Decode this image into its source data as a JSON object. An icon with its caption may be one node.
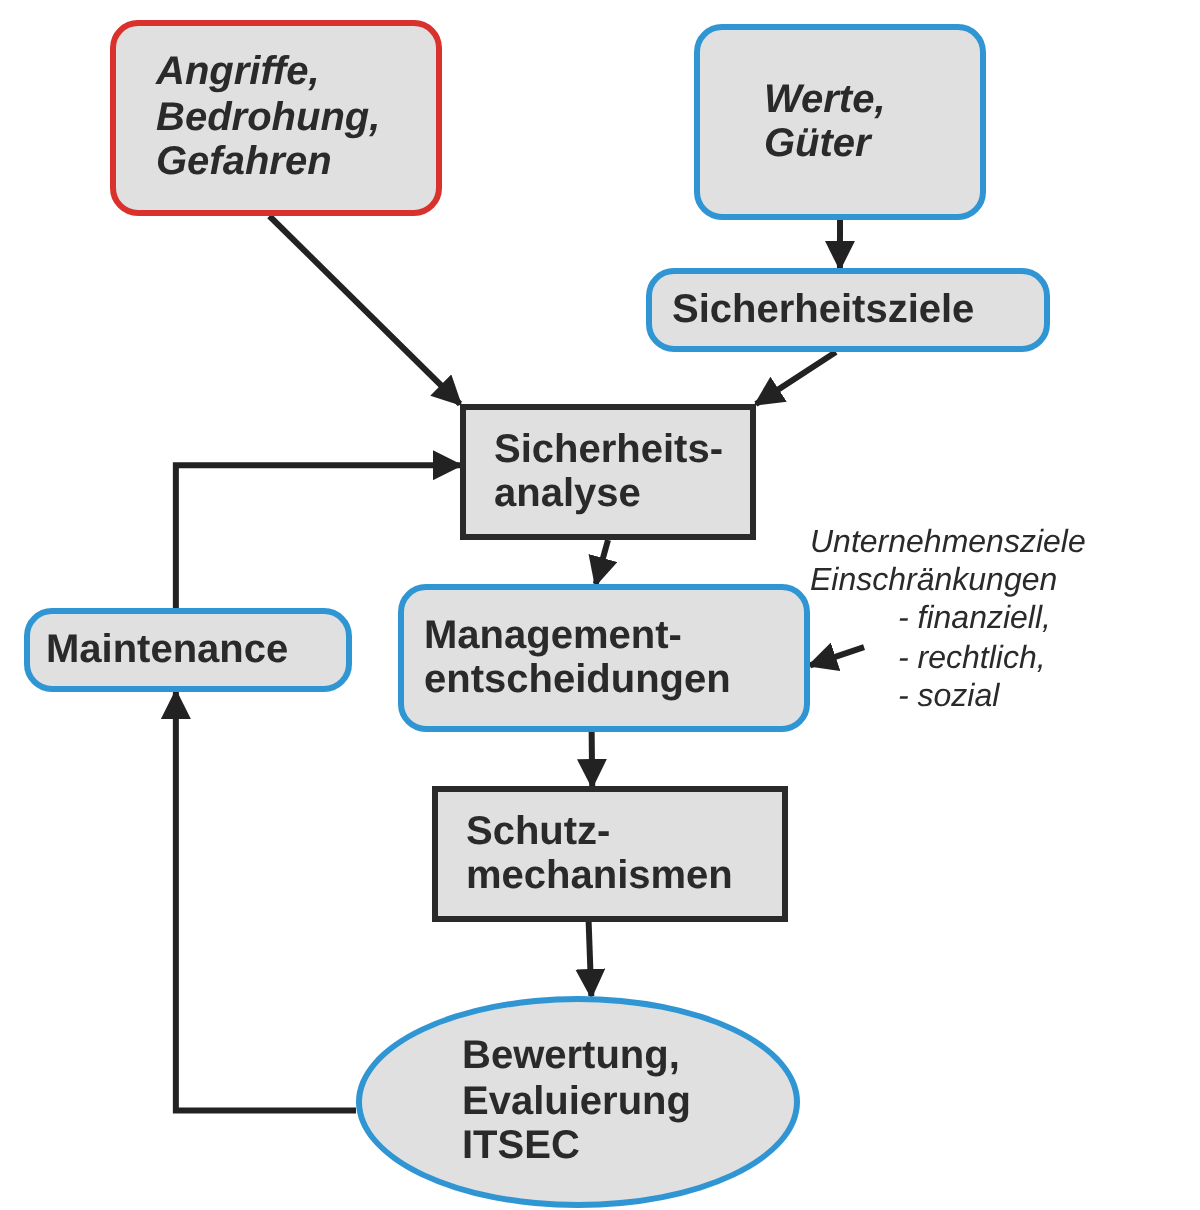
{
  "diagram": {
    "nodes": [
      {
        "text": [
          "Angriffe, Bedrohung, Gefahren"
        ]
      },
      {
        "text": [
          "Werte, Güter"
        ]
      },
      {
        "text": [
          "Sicherheitsziele"
        ]
      },
      {
        "text": [
          "Sicherheits-analyse"
        ]
      },
      {
        "text": [
          "Maintenance"
        ]
      },
      {
        "text": [
          "Management-entscheidungen"
        ]
      },
      {
        "text": [
          "Schutz-mechanismen"
        ]
      },
      {
        "text": [
          "Bewertung, Evaluierung ITSEC"
        ]
      },
      {
        "text": [
          "Unternehmensziele",
          "Einschränkungen",
          "- finanziell,",
          "- rechtlich,",
          "- sozial"
        ]
      }
    ],
    "edges": [
      {
        "from": 0,
        "to": 3,
        "arrow": "to"
      },
      {
        "from": 1,
        "to": 2,
        "arrow": "to"
      },
      {
        "from": 2,
        "to": 3,
        "arrow": "to"
      },
      {
        "from": 4,
        "to": 3,
        "arrow": "to"
      },
      {
        "from": 3,
        "to": 5,
        "arrow": "to"
      },
      {
        "from": 5,
        "to": 6,
        "arrow": "to"
      },
      {
        "from": 6,
        "to": 7,
        "arrow": "to"
      },
      {
        "from": 7,
        "to": 4,
        "arrow": "to"
      },
      {
        "from": 8,
        "to": 5,
        "arrow": "to"
      }
    ]
  }
}
